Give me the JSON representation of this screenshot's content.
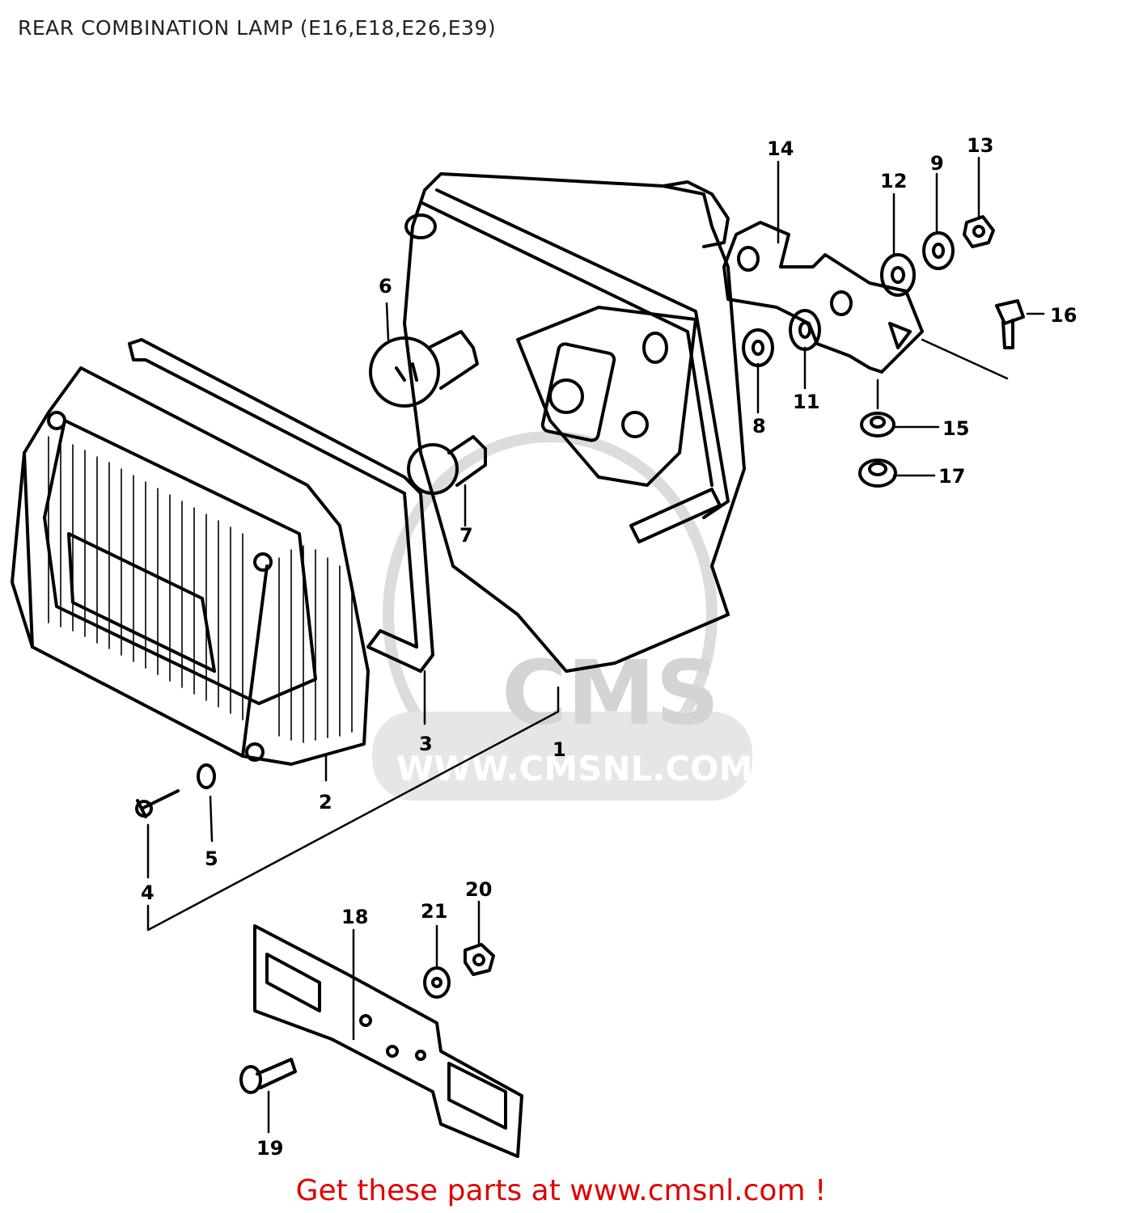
{
  "header": {
    "title": "REAR COMBINATION LAMP (E16,E18,E26,E39)"
  },
  "watermark": {
    "brand": "CMS",
    "url": "WWW.CMSNL.COM"
  },
  "callouts": {
    "p1": "1",
    "p2": "2",
    "p3": "3",
    "p4": "4",
    "p5": "5",
    "p6": "6",
    "p7": "7",
    "p8": "8",
    "p9": "9",
    "p11": "11",
    "p12": "12",
    "p13": "13",
    "p14": "14",
    "p15": "15",
    "p16": "16",
    "p17": "17",
    "p18": "18",
    "p19": "19",
    "p20": "20",
    "p21": "21"
  },
  "footer": {
    "link_text": "Get these parts at www.cmsnl.com !"
  },
  "colors": {
    "link": "#e00000",
    "watermark": "#d9d9d9",
    "ink": "#000000"
  }
}
